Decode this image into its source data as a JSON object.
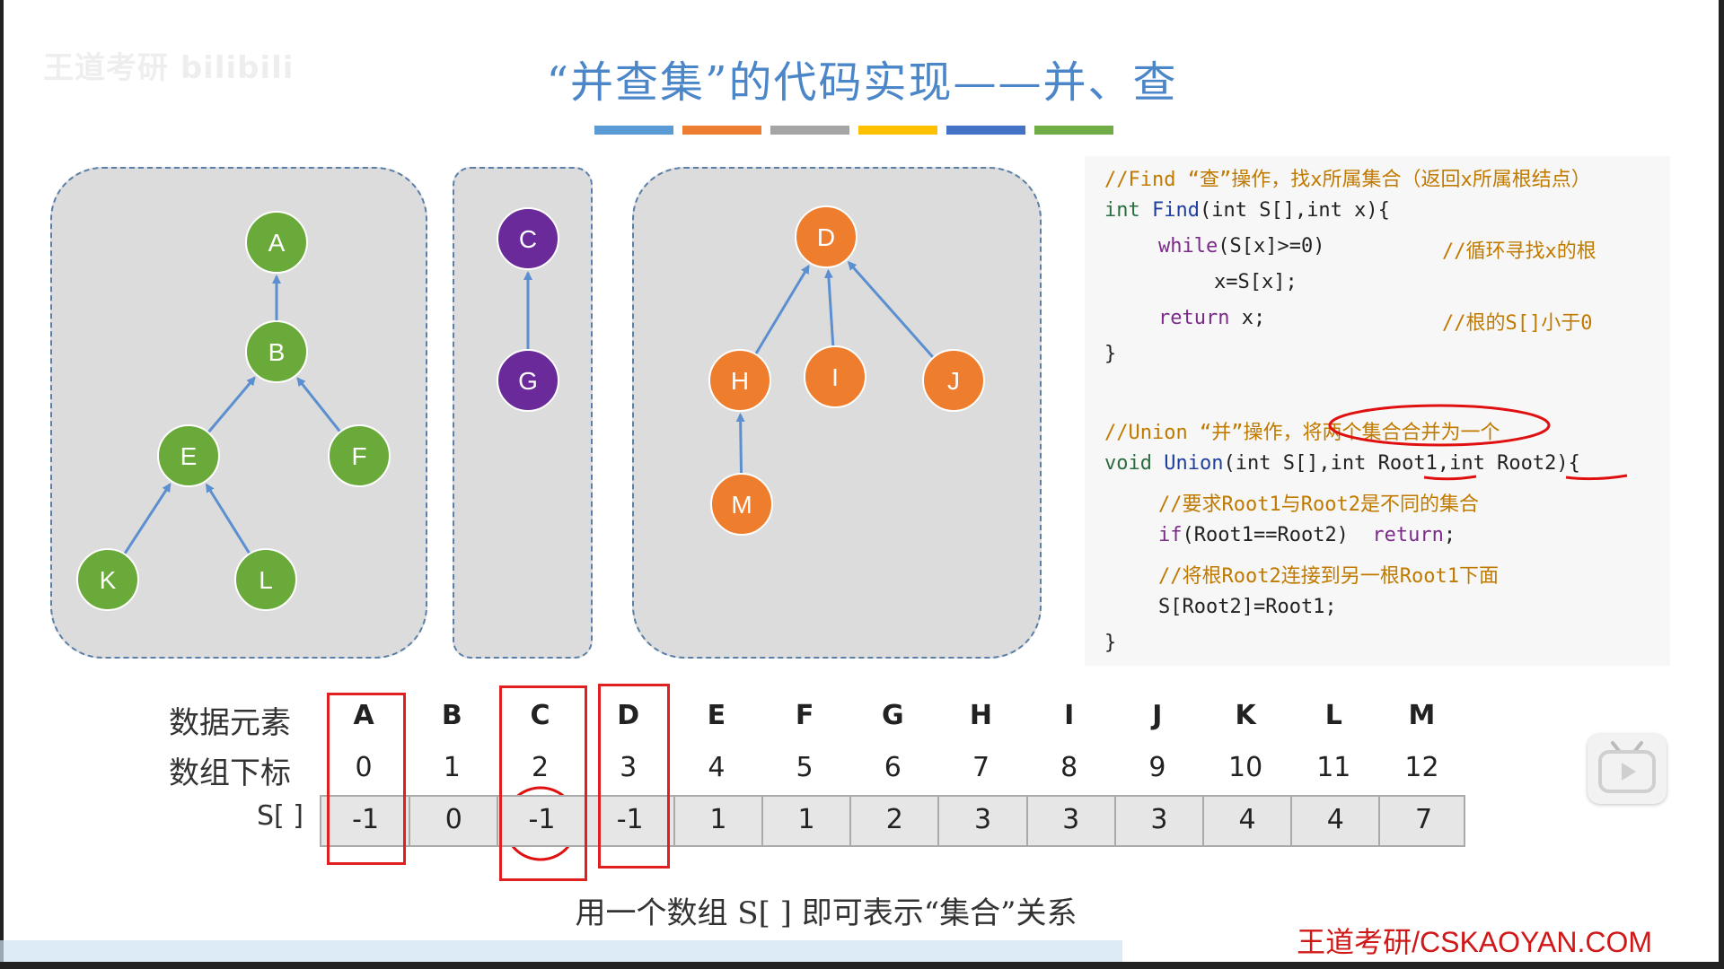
{
  "watermark": "王道考研 bilibili",
  "title": "“并查集”的代码实现——并、查",
  "title_bar_colors": [
    "#5b9bd5",
    "#ed7d31",
    "#a5a5a5",
    "#ffc000",
    "#4472c4",
    "#70ad47"
  ],
  "trees": {
    "nodes": [
      {
        "id": "A",
        "color": "#6aaa3a"
      },
      {
        "id": "B",
        "color": "#6aaa3a"
      },
      {
        "id": "E",
        "color": "#6aaa3a"
      },
      {
        "id": "F",
        "color": "#6aaa3a"
      },
      {
        "id": "K",
        "color": "#6aaa3a"
      },
      {
        "id": "L",
        "color": "#6aaa3a"
      },
      {
        "id": "C",
        "color": "#6a2a9a"
      },
      {
        "id": "G",
        "color": "#6a2a9a"
      },
      {
        "id": "D",
        "color": "#ef7d2e"
      },
      {
        "id": "H",
        "color": "#ef7d2e"
      },
      {
        "id": "I",
        "color": "#ef7d2e"
      },
      {
        "id": "J",
        "color": "#ef7d2e"
      },
      {
        "id": "M",
        "color": "#ef7d2e"
      }
    ],
    "edges": [
      [
        "B",
        "A"
      ],
      [
        "E",
        "B"
      ],
      [
        "F",
        "B"
      ],
      [
        "K",
        "E"
      ],
      [
        "L",
        "E"
      ],
      [
        "G",
        "C"
      ],
      [
        "H",
        "D"
      ],
      [
        "I",
        "D"
      ],
      [
        "J",
        "D"
      ],
      [
        "M",
        "H"
      ]
    ]
  },
  "code": {
    "find_comment": "//Find “查”操作，找x所属集合（返回x所属根结点）",
    "find_sig_kw1": "int",
    "find_sig_fn": "Find",
    "find_sig_rest": "(int S[],int x){",
    "while_kw": "while",
    "while_rest": "(S[x]>=0)",
    "while_comment": "//循环寻找x的根",
    "assign": "x=S[x];",
    "return_kw": "return",
    "return_rest": " x;",
    "return_comment": "//根的S[]小于0",
    "close1": "}",
    "union_comment": "//Union “并”操作，将两个集合合并为一个",
    "union_sig_kw": "void",
    "union_sig_fn": "Union",
    "union_sig_rest": "(int S[],int Root1,int Root2){",
    "req_comment": "//要求Root1与Root2是不同的集合",
    "if_kw": "if",
    "if_rest": "(Root1==Root2)  ",
    "if_return": "return",
    "if_end": ";",
    "link_comment": "//将根Root2连接到另一根Root1下面",
    "link_stmt": "S[Root2]=Root1;",
    "close2": "}"
  },
  "table": {
    "row_labels": [
      "数据元素",
      "数组下标",
      "S[ ]"
    ],
    "elements": [
      "A",
      "B",
      "C",
      "D",
      "E",
      "F",
      "G",
      "H",
      "I",
      "J",
      "K",
      "L",
      "M"
    ],
    "indices": [
      "0",
      "1",
      "2",
      "3",
      "4",
      "5",
      "6",
      "7",
      "8",
      "9",
      "10",
      "11",
      "12"
    ],
    "s_values": [
      "-1",
      "0",
      "-1",
      "-1",
      "1",
      "1",
      "2",
      "3",
      "3",
      "3",
      "4",
      "4",
      "7"
    ]
  },
  "caption": "用一个数组 S[ ] 即可表示“集合”关系",
  "brand": "王道考研/CSKAOYAN.COM"
}
